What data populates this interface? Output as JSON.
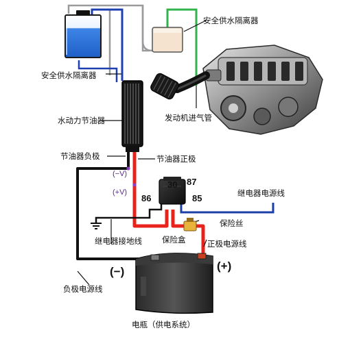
{
  "labels": {
    "separator_top": "安全供水隔离器",
    "separator_left": "安全供水隔离器",
    "throttle_body": "水动力节油器",
    "engine_intake": "发动机进气管",
    "throttle_negative": "节油器负极",
    "throttle_positive": "节油器正极",
    "relay_power": "继电器电源线",
    "fuse": "保险丝",
    "fuse_box": "保险盒",
    "relay_ground": "继电器接地线",
    "positive_wire": "正极电源线",
    "negative_wire": "负极电源线",
    "battery": "电瓶（供电系统）"
  },
  "relay_pins": {
    "p30": "30",
    "p87": "87",
    "p86": "86",
    "p85": "85"
  },
  "polarity": {
    "neg": "(−V)",
    "pos": "(+V)"
  },
  "battery_terminals": {
    "neg": "(−)",
    "pos": "(+)"
  },
  "colors": {
    "negative_wire": "#111111",
    "positive_wire": "#e8231c",
    "relay_power_wire": "#1b3fa6",
    "water_line_blue": "#1f3fb0",
    "water_line_green": "#2fb34a",
    "tube_gray": "#9a9a9a",
    "tank_water": "#3a7fe0",
    "separator_body": "#f5e2cf"
  }
}
